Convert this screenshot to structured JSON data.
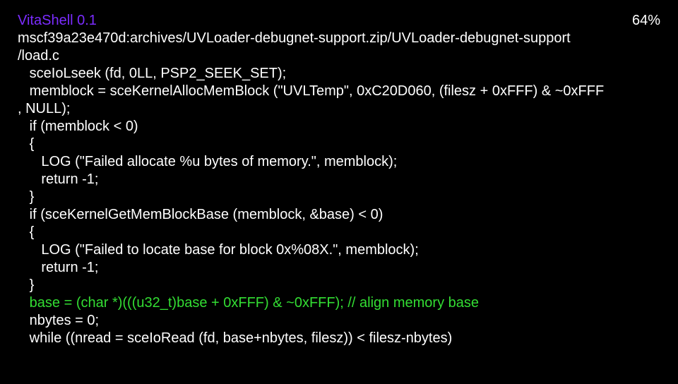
{
  "header": {
    "app_title": "VitaShell 0.1",
    "battery": "64%",
    "path_lines": [
      "mscf39a23e470d:archives/UVLoader-debugnet-support.zip/UVLoader-debugnet-support",
      "/load.c"
    ]
  },
  "colors": {
    "title": "#7b2cff",
    "text": "#ffffff",
    "highlight": "#33dd33",
    "background": "#000000"
  },
  "editor": {
    "lines": [
      {
        "text": "   sceIoLseek (fd, 0LL, PSP2_SEEK_SET);",
        "highlight": false
      },
      {
        "text": "   memblock = sceKernelAllocMemBlock (\"UVLTemp\", 0xC20D060, (filesz + 0xFFF) & ~0xFFF",
        "highlight": false
      },
      {
        "text": ", NULL);",
        "highlight": false
      },
      {
        "text": "   if (memblock < 0)",
        "highlight": false
      },
      {
        "text": "   {",
        "highlight": false
      },
      {
        "text": "      LOG (\"Failed allocate %u bytes of memory.\", memblock);",
        "highlight": false
      },
      {
        "text": "      return -1;",
        "highlight": false
      },
      {
        "text": "   }",
        "highlight": false
      },
      {
        "text": "   if (sceKernelGetMemBlockBase (memblock, &base) < 0)",
        "highlight": false
      },
      {
        "text": "   {",
        "highlight": false
      },
      {
        "text": "      LOG (\"Failed to locate base for block 0x%08X.\", memblock);",
        "highlight": false
      },
      {
        "text": "      return -1;",
        "highlight": false
      },
      {
        "text": "   }",
        "highlight": false
      },
      {
        "text": "   base = (char *)(((u32_t)base + 0xFFF) & ~0xFFF); // align memory base",
        "highlight": true
      },
      {
        "text": "   nbytes = 0;",
        "highlight": false
      },
      {
        "text": "   while ((nread = sceIoRead (fd, base+nbytes, filesz)) < filesz-nbytes)",
        "highlight": false
      }
    ]
  }
}
